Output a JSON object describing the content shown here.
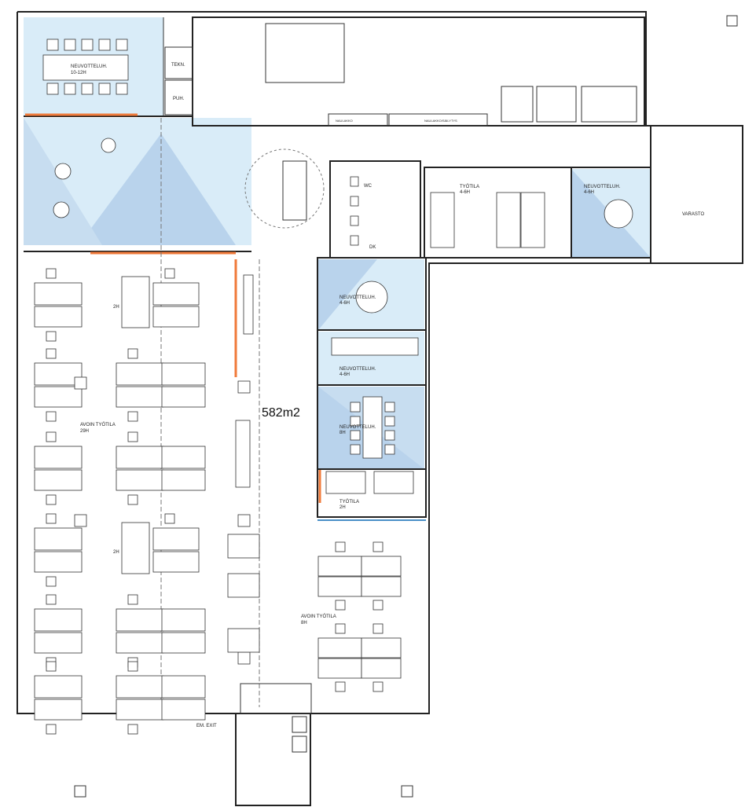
{
  "plan": {
    "area": "582m2",
    "colors": {
      "room_blue": "#d9ecf8",
      "room_blue_dark": "#b9d3ec",
      "glass_wall": "#4a90c8",
      "accent_wall": "#f07a3a"
    },
    "rooms": {
      "conf_large": {
        "name": "NEUVOTTELUH.",
        "capacity": "10-12H"
      },
      "tekn": {
        "name": "TEKN."
      },
      "puh": {
        "name": "PUH."
      },
      "wc": {
        "name": "WC"
      },
      "dk": {
        "name": "DK"
      },
      "tyotila_top": {
        "name": "TYÖTILA",
        "capacity": "4-6H"
      },
      "conf_right": {
        "name": "NEUVOTTELUH.",
        "capacity": "4-6H"
      },
      "varasto": {
        "name": "VARASTO"
      },
      "conf_a": {
        "name": "NEUVOTTELUH.",
        "capacity": "4-6H"
      },
      "conf_b": {
        "name": "NEUVOTTELUH.",
        "capacity": "4-6H"
      },
      "conf_c": {
        "name": "NEUVOTTELUH.",
        "capacity": "8H"
      },
      "tyotila_small": {
        "name": "TYÖTILA",
        "capacity": "2H"
      },
      "open_left": {
        "name": "AVOIN TYÖTILA",
        "capacity": "29H"
      },
      "open_right": {
        "name": "AVOIN TYÖTILA",
        "capacity": "8H"
      },
      "booth_1": {
        "name": "2H"
      },
      "booth_2": {
        "name": "2H"
      }
    },
    "storage": {
      "coat": "NAULAKKO",
      "coat_storage": "NAULAKKO/SÄILYTYS"
    },
    "exit": "EM. EXIT"
  }
}
